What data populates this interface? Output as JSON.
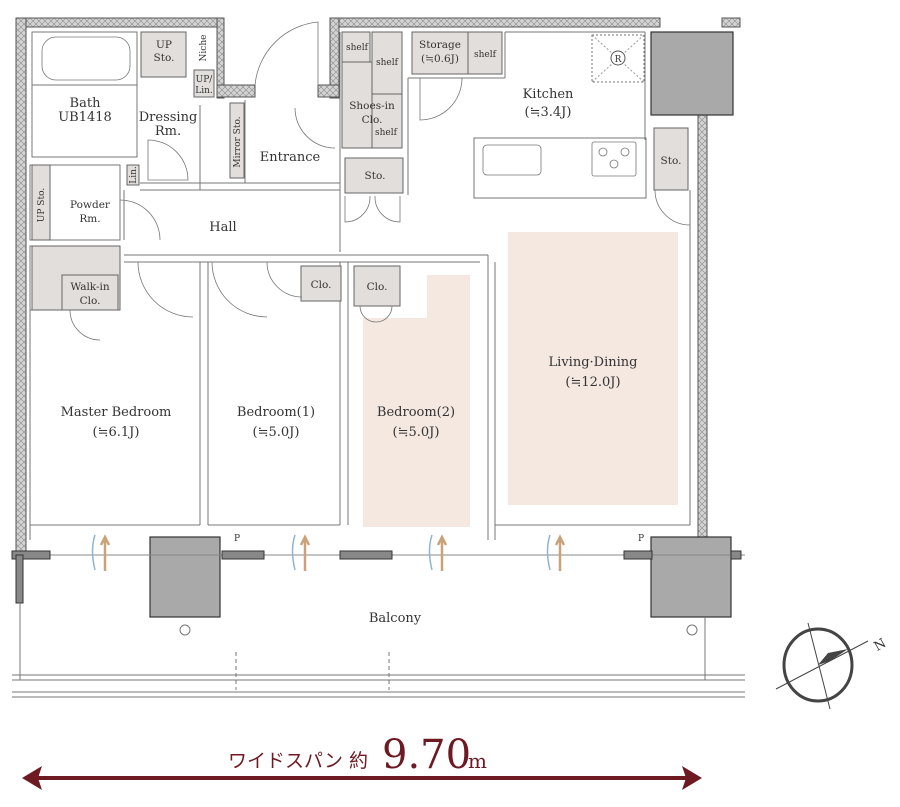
{
  "plan": {
    "rooms": {
      "bath": [
        "Bath",
        "UB1418"
      ],
      "up_sto": [
        "UP",
        "Sto."
      ],
      "niche": "Niche",
      "up_lin": [
        "UP/",
        "Lin."
      ],
      "dressing": [
        "Dressing",
        "Rm."
      ],
      "mirror_sto": "Mirror Sto.",
      "lin": "Lin.",
      "entrance": "Entrance",
      "powder_up_sto": "UP Sto.",
      "powder": [
        "Powder",
        "Rm."
      ],
      "hall": "Hall",
      "walk_in": [
        "Walk-in",
        "Clo."
      ],
      "shelf": "shelf",
      "shoes_in": [
        "Shoes-in",
        "Clo."
      ],
      "sto": "Sto.",
      "storage": [
        "Storage",
        "(≒0.6J)"
      ],
      "kitchen": [
        "Kitchen",
        "(≒3.4J)"
      ],
      "refrigerator": "R",
      "clo": "Clo.",
      "master_bedroom": [
        "Master Bedroom",
        "(≒6.1J)"
      ],
      "bedroom1": [
        "Bedroom(1)",
        "(≒5.0J)"
      ],
      "bedroom2": [
        "Bedroom(2)",
        "(≒5.0J)"
      ],
      "living_dining": [
        "Living·Dining",
        "(≒12.0J)"
      ],
      "pipe": "P",
      "balcony": "Balcony"
    },
    "compass_label": "N",
    "span": {
      "prefix": "ワイドスパン 約",
      "value": "9.70",
      "unit": "m"
    },
    "colors": {
      "accent": "#6e1a22",
      "highlight": "#f5e8e1",
      "storage": "#e2dedb"
    }
  }
}
